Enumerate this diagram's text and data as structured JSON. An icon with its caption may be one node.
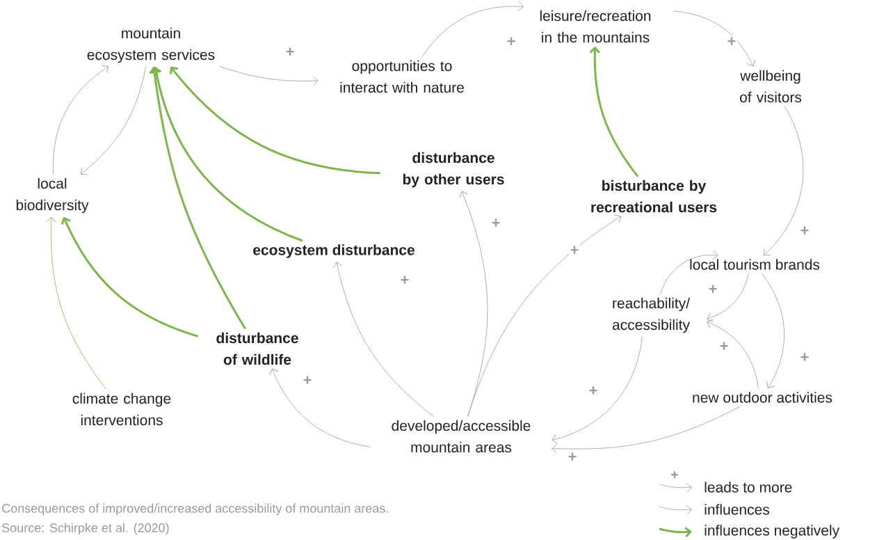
{
  "diagram": {
    "caption": "Consequences of improved/increased accessibility of mountain areas.",
    "nodes": [
      {
        "text": [
          "mountain ecosystem services"
        ]
      },
      {
        "text": [
          "opportunities to interact with nature"
        ]
      },
      {
        "text": [
          "leisure/recreation in the mountains"
        ]
      },
      {
        "text": [
          "wellbeing of visitors"
        ]
      },
      {
        "text": [
          "local biodiversity"
        ]
      },
      {
        "text": [
          "disturbance by other users"
        ]
      },
      {
        "text": [
          "bisturbance by recreational users"
        ]
      },
      {
        "text": [
          "ecosystem disturbance"
        ]
      },
      {
        "text": [
          "local tourism brands"
        ]
      },
      {
        "text": [
          "reachability/ accessibility"
        ]
      },
      {
        "text": [
          "disturbance of wildlife"
        ]
      },
      {
        "text": [
          "climate change interventions"
        ]
      },
      {
        "text": [
          "new outdoor activities"
        ]
      },
      {
        "text": [
          "developed/accessible mountain areas"
        ]
      }
    ],
    "edges": [
      {
        "from": 0,
        "to": 1,
        "arrow": "to",
        "label": "+"
      },
      {
        "from": 1,
        "to": 2,
        "arrow": "to",
        "label": "+"
      },
      {
        "from": 2,
        "to": 3,
        "arrow": "to",
        "label": "+"
      },
      {
        "from": 3,
        "to": 8,
        "arrow": "to",
        "label": "+"
      },
      {
        "from": 0,
        "to": 4,
        "arrow": "to"
      },
      {
        "from": 4,
        "to": 0,
        "arrow": "to"
      },
      {
        "from": 5,
        "to": 0,
        "arrow": "to",
        "style": "thick",
        "color": "#7ab648"
      },
      {
        "from": 7,
        "to": 0,
        "arrow": "to",
        "style": "thick",
        "color": "#7ab648"
      },
      {
        "from": 10,
        "to": 0,
        "arrow": "to",
        "style": "thick",
        "color": "#7ab648"
      },
      {
        "from": 10,
        "to": 4,
        "arrow": "to",
        "style": "thick",
        "color": "#7ab648"
      },
      {
        "from": 11,
        "to": 4,
        "arrow": "to",
        "color": "#7ab648"
      },
      {
        "from": 6,
        "to": 2,
        "arrow": "to",
        "style": "thick",
        "color": "#7ab648"
      },
      {
        "from": 8,
        "to": 9,
        "arrow": "to",
        "label": "+"
      },
      {
        "from": 9,
        "to": 8,
        "arrow": "to"
      },
      {
        "from": 8,
        "to": 12,
        "arrow": "to",
        "label": "+"
      },
      {
        "from": 12,
        "to": 9,
        "arrow": "to",
        "label": "+"
      },
      {
        "from": 9,
        "to": 13,
        "arrow": "to",
        "label": "+"
      },
      {
        "from": 12,
        "to": 13,
        "arrow": "to",
        "label": "+"
      },
      {
        "from": 13,
        "to": 10,
        "arrow": "to",
        "label": "+"
      },
      {
        "from": 13,
        "to": 7,
        "arrow": "to",
        "label": "+"
      },
      {
        "from": 13,
        "to": 5,
        "arrow": "to",
        "label": "+"
      },
      {
        "from": 13,
        "to": 6,
        "arrow": "to",
        "label": "+"
      }
    ],
    "labels": [
      "Source: Schirpke et al. (2020)",
      "+"
    ],
    "legend": [
      {
        "text": "leads to more"
      },
      {
        "text": "influences"
      },
      {
        "text": "influences negatively"
      }
    ]
  }
}
